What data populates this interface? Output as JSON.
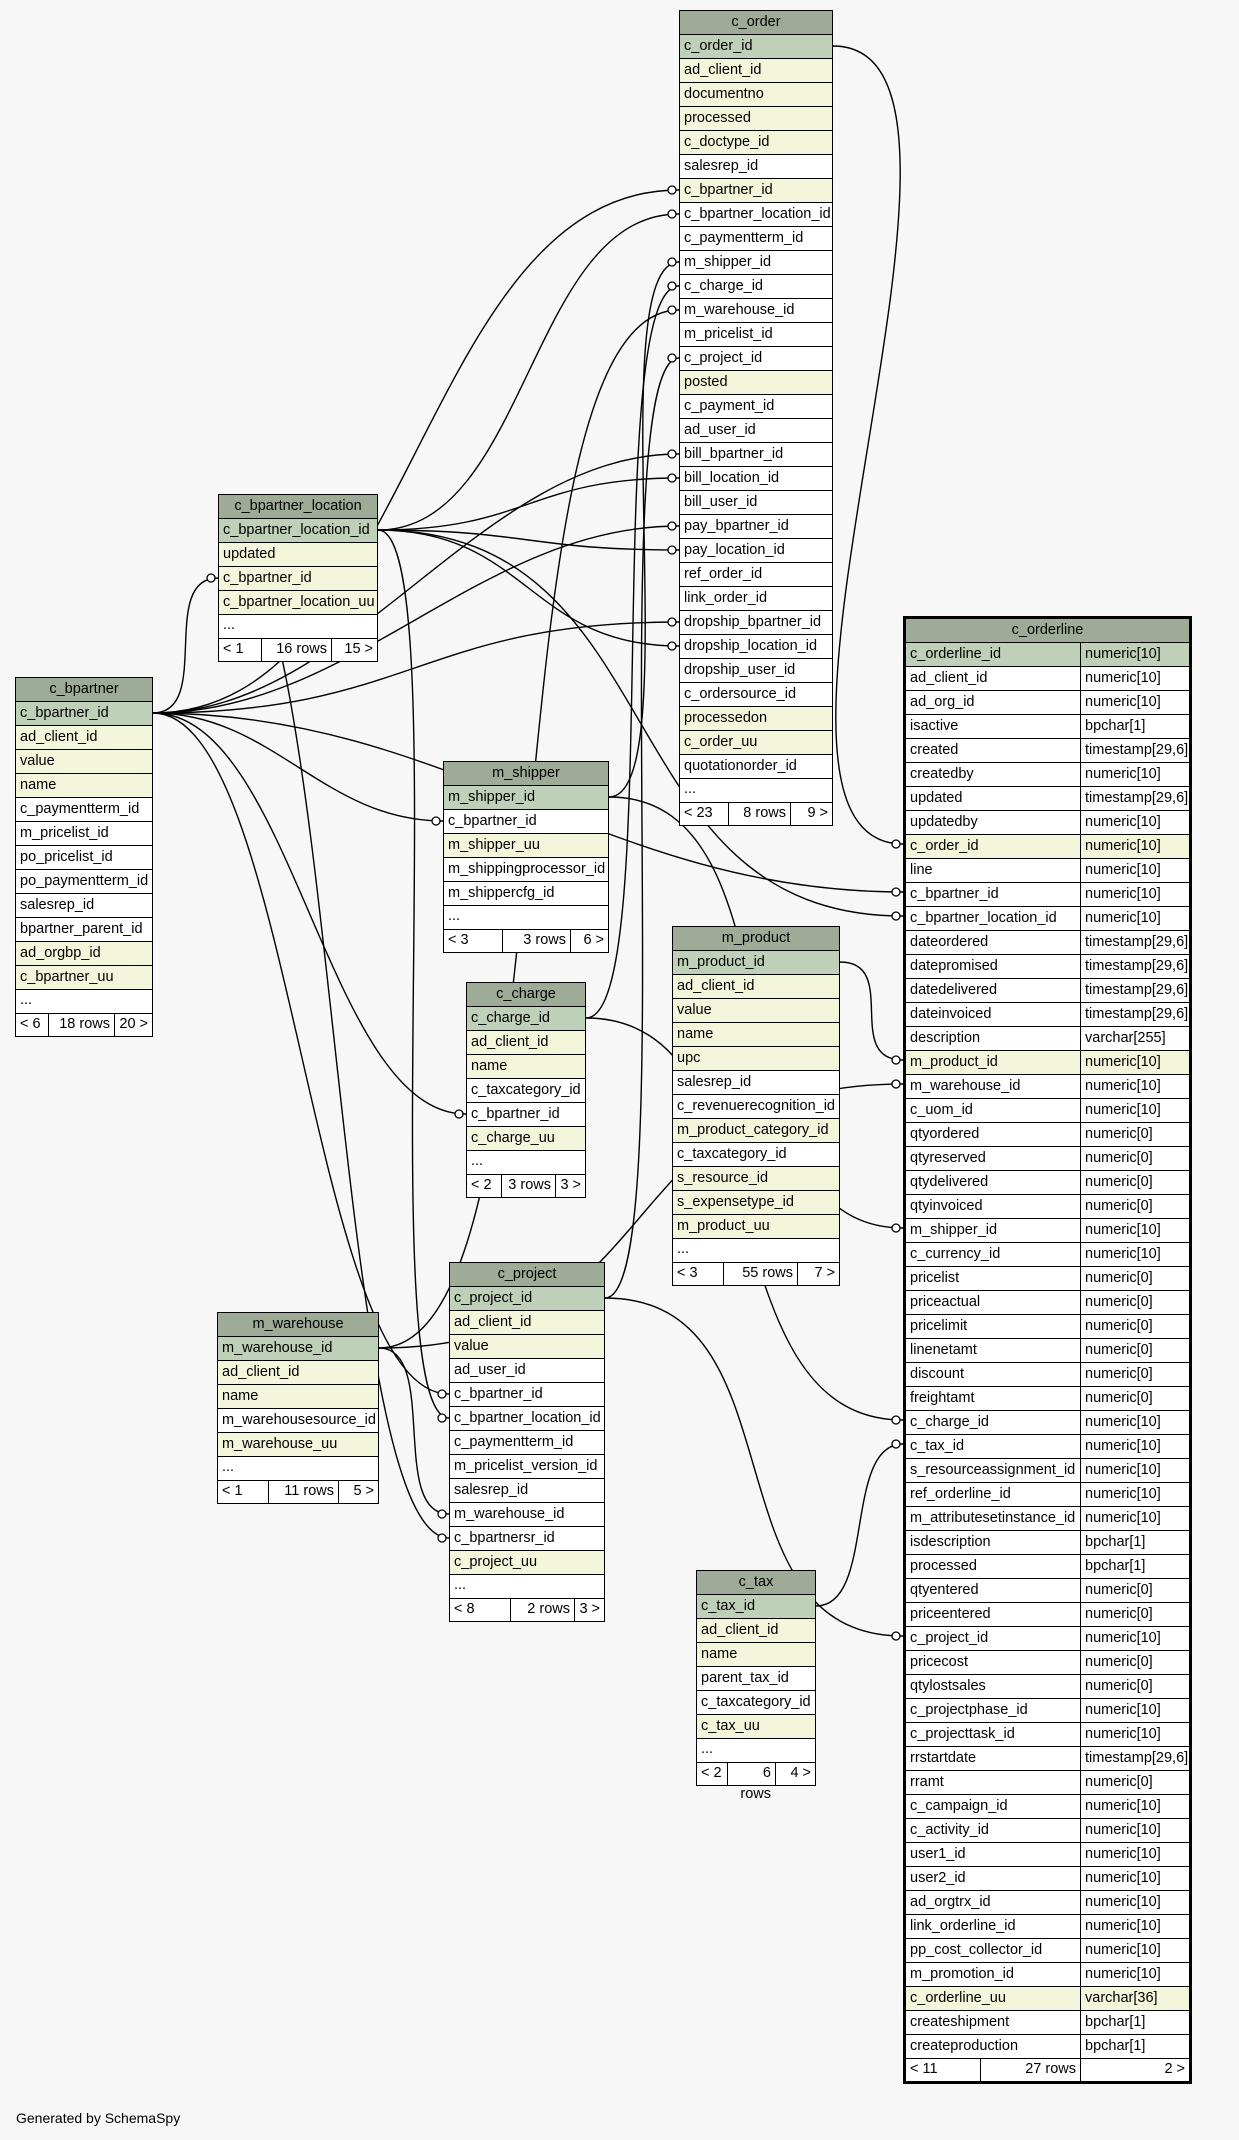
{
  "footer_text": "Generated by SchemaSpy",
  "colors": {
    "header": "#9eab97",
    "primary_key": "#bfd0b8",
    "indexed": "#f4f6dc",
    "background": "#f7f7f7"
  },
  "tables": {
    "c_order": {
      "name": "c_order",
      "columns": [
        "c_order_id",
        "ad_client_id",
        "documentno",
        "processed",
        "c_doctype_id",
        "salesrep_id",
        "c_bpartner_id",
        "c_bpartner_location_id",
        "c_paymentterm_id",
        "m_shipper_id",
        "c_charge_id",
        "m_warehouse_id",
        "m_pricelist_id",
        "c_project_id",
        "posted",
        "c_payment_id",
        "ad_user_id",
        "bill_bpartner_id",
        "bill_location_id",
        "bill_user_id",
        "pay_bpartner_id",
        "pay_location_id",
        "ref_order_id",
        "link_order_id",
        "dropship_bpartner_id",
        "dropship_location_id",
        "dropship_user_id",
        "c_ordersource_id",
        "processedon",
        "c_order_uu",
        "quotationorder_id"
      ],
      "ellipsis": "...",
      "footer": [
        "< 23",
        "8 rows",
        "9 >"
      ]
    },
    "c_bpartner_location": {
      "name": "c_bpartner_location",
      "columns": [
        "c_bpartner_location_id",
        "updated",
        "c_bpartner_id",
        "c_bpartner_location_uu"
      ],
      "ellipsis": "...",
      "footer": [
        "< 1",
        "16 rows",
        "15 >"
      ]
    },
    "c_bpartner": {
      "name": "c_bpartner",
      "columns": [
        "c_bpartner_id",
        "ad_client_id",
        "value",
        "name",
        "c_paymentterm_id",
        "m_pricelist_id",
        "po_pricelist_id",
        "po_paymentterm_id",
        "salesrep_id",
        "bpartner_parent_id",
        "ad_orgbp_id",
        "c_bpartner_uu"
      ],
      "ellipsis": "...",
      "footer": [
        "< 6",
        "18 rows",
        "20 >"
      ]
    },
    "m_shipper": {
      "name": "m_shipper",
      "columns": [
        "m_shipper_id",
        "c_bpartner_id",
        "m_shipper_uu",
        "m_shippingprocessor_id",
        "m_shippercfg_id"
      ],
      "ellipsis": "...",
      "footer": [
        "< 3",
        "3 rows",
        "6 >"
      ]
    },
    "c_charge": {
      "name": "c_charge",
      "columns": [
        "c_charge_id",
        "ad_client_id",
        "name",
        "c_taxcategory_id",
        "c_bpartner_id",
        "c_charge_uu"
      ],
      "ellipsis": "...",
      "footer": [
        "< 2",
        "3 rows",
        "3 >"
      ]
    },
    "m_product": {
      "name": "m_product",
      "columns": [
        "m_product_id",
        "ad_client_id",
        "value",
        "name",
        "upc",
        "salesrep_id",
        "c_revenuerecognition_id",
        "m_product_category_id",
        "c_taxcategory_id",
        "s_resource_id",
        "s_expensetype_id",
        "m_product_uu"
      ],
      "ellipsis": "...",
      "footer": [
        "< 3",
        "55 rows",
        "7 >"
      ]
    },
    "m_warehouse": {
      "name": "m_warehouse",
      "columns": [
        "m_warehouse_id",
        "ad_client_id",
        "name",
        "m_warehousesource_id",
        "m_warehouse_uu"
      ],
      "ellipsis": "...",
      "footer": [
        "< 1",
        "11 rows",
        "5 >"
      ]
    },
    "c_project": {
      "name": "c_project",
      "columns": [
        "c_project_id",
        "ad_client_id",
        "value",
        "ad_user_id",
        "c_bpartner_id",
        "c_bpartner_location_id",
        "c_paymentterm_id",
        "m_pricelist_version_id",
        "salesrep_id",
        "m_warehouse_id",
        "c_bpartnersr_id",
        "c_project_uu"
      ],
      "ellipsis": "...",
      "footer": [
        "< 8",
        "2 rows",
        "3 >"
      ]
    },
    "c_tax": {
      "name": "c_tax",
      "columns": [
        "c_tax_id",
        "ad_client_id",
        "name",
        "parent_tax_id",
        "c_taxcategory_id",
        "c_tax_uu"
      ],
      "ellipsis": "...",
      "footer": [
        "< 2",
        "6 rows",
        "4 >"
      ]
    },
    "c_orderline": {
      "name": "c_orderline",
      "columns": [
        [
          "c_orderline_id",
          "numeric[10]"
        ],
        [
          "ad_client_id",
          "numeric[10]"
        ],
        [
          "ad_org_id",
          "numeric[10]"
        ],
        [
          "isactive",
          "bpchar[1]"
        ],
        [
          "created",
          "timestamp[29,6]"
        ],
        [
          "createdby",
          "numeric[10]"
        ],
        [
          "updated",
          "timestamp[29,6]"
        ],
        [
          "updatedby",
          "numeric[10]"
        ],
        [
          "c_order_id",
          "numeric[10]"
        ],
        [
          "line",
          "numeric[10]"
        ],
        [
          "c_bpartner_id",
          "numeric[10]"
        ],
        [
          "c_bpartner_location_id",
          "numeric[10]"
        ],
        [
          "dateordered",
          "timestamp[29,6]"
        ],
        [
          "datepromised",
          "timestamp[29,6]"
        ],
        [
          "datedelivered",
          "timestamp[29,6]"
        ],
        [
          "dateinvoiced",
          "timestamp[29,6]"
        ],
        [
          "description",
          "varchar[255]"
        ],
        [
          "m_product_id",
          "numeric[10]"
        ],
        [
          "m_warehouse_id",
          "numeric[10]"
        ],
        [
          "c_uom_id",
          "numeric[10]"
        ],
        [
          "qtyordered",
          "numeric[0]"
        ],
        [
          "qtyreserved",
          "numeric[0]"
        ],
        [
          "qtydelivered",
          "numeric[0]"
        ],
        [
          "qtyinvoiced",
          "numeric[0]"
        ],
        [
          "m_shipper_id",
          "numeric[10]"
        ],
        [
          "c_currency_id",
          "numeric[10]"
        ],
        [
          "pricelist",
          "numeric[0]"
        ],
        [
          "priceactual",
          "numeric[0]"
        ],
        [
          "pricelimit",
          "numeric[0]"
        ],
        [
          "linenetamt",
          "numeric[0]"
        ],
        [
          "discount",
          "numeric[0]"
        ],
        [
          "freightamt",
          "numeric[0]"
        ],
        [
          "c_charge_id",
          "numeric[10]"
        ],
        [
          "c_tax_id",
          "numeric[10]"
        ],
        [
          "s_resourceassignment_id",
          "numeric[10]"
        ],
        [
          "ref_orderline_id",
          "numeric[10]"
        ],
        [
          "m_attributesetinstance_id",
          "numeric[10]"
        ],
        [
          "isdescription",
          "bpchar[1]"
        ],
        [
          "processed",
          "bpchar[1]"
        ],
        [
          "qtyentered",
          "numeric[0]"
        ],
        [
          "priceentered",
          "numeric[0]"
        ],
        [
          "c_project_id",
          "numeric[10]"
        ],
        [
          "pricecost",
          "numeric[0]"
        ],
        [
          "qtylostsales",
          "numeric[0]"
        ],
        [
          "c_projectphase_id",
          "numeric[10]"
        ],
        [
          "c_projecttask_id",
          "numeric[10]"
        ],
        [
          "rrstartdate",
          "timestamp[29,6]"
        ],
        [
          "rramt",
          "numeric[0]"
        ],
        [
          "c_campaign_id",
          "numeric[10]"
        ],
        [
          "c_activity_id",
          "numeric[10]"
        ],
        [
          "user1_id",
          "numeric[10]"
        ],
        [
          "user2_id",
          "numeric[10]"
        ],
        [
          "ad_orgtrx_id",
          "numeric[10]"
        ],
        [
          "link_orderline_id",
          "numeric[10]"
        ],
        [
          "pp_cost_collector_id",
          "numeric[10]"
        ],
        [
          "m_promotion_id",
          "numeric[10]"
        ],
        [
          "c_orderline_uu",
          "varchar[36]"
        ],
        [
          "createshipment",
          "bpchar[1]"
        ],
        [
          "createproduction",
          "bpchar[1]"
        ]
      ],
      "footer": [
        "< 11",
        "27 rows",
        "2 >"
      ]
    }
  }
}
